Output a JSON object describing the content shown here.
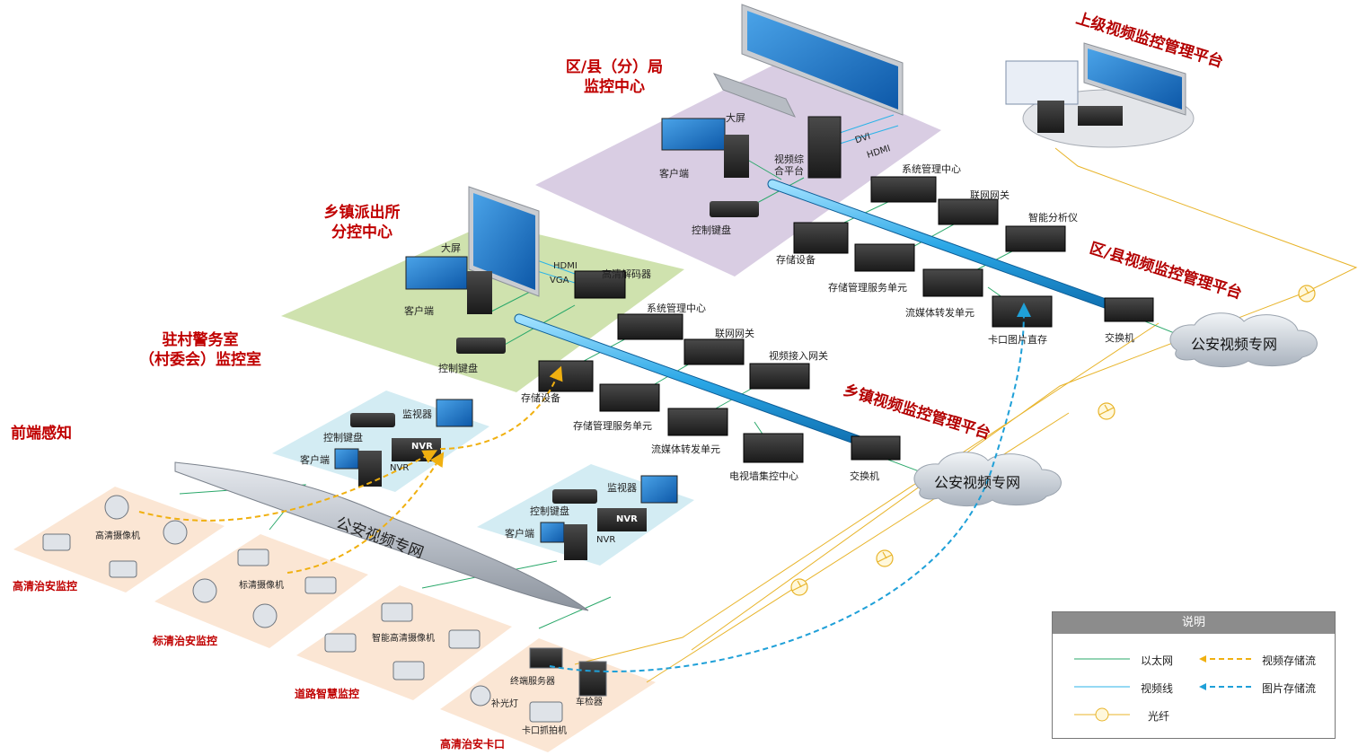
{
  "titles": {
    "district_center": [
      "区/县（分）局",
      "监控中心"
    ],
    "town_center": [
      "乡镇派出所",
      "分控中心"
    ],
    "village_room": [
      "驻村警务室",
      "（村委会）监控室"
    ],
    "front_end": "前端感知",
    "upper_platform": "上级视频监控管理平台",
    "district_platform": "区/县视频监控管理平台",
    "town_platform": "乡镇视频监控管理平台"
  },
  "networks": {
    "cloud_district": "公安视频专网",
    "cloud_town": "公安视频专网",
    "band_front": "公安视频专网"
  },
  "district_devices": {
    "big_screen": "大屏",
    "client": "客户端",
    "keyboard": "控制键盘",
    "platform": "视频综合平台",
    "dvi": "DVI",
    "hdmi": "HDMI",
    "mgmt_center": "系统管理中心",
    "gateway": "联网网关",
    "analyzer": "智能分析仪",
    "storage": "存储设备",
    "storage_mgmt": "存储管理服务单元",
    "stream": "流媒体转发单元",
    "image_storage": "卡口图片直存",
    "switch": "交换机"
  },
  "town_devices": {
    "big_screen": "大屏",
    "hdmi": "HDMI",
    "vga": "VGA",
    "decoder": "高清解码器",
    "client": "客户端",
    "keyboard": "控制键盘",
    "mgmt_center": "系统管理中心",
    "gateway": "联网网关",
    "access_gateway": "视频接入网关",
    "storage": "存储设备",
    "storage_mgmt": "存储管理服务单元",
    "stream": "流媒体转发单元",
    "tv_wall": "电视墙集控中心",
    "switch": "交换机"
  },
  "village_a": {
    "monitor": "监视器",
    "keyboard": "控制键盘",
    "client": "客户端",
    "nvr": "NVR",
    "nvr_label": "NVR"
  },
  "village_b": {
    "monitor": "监视器",
    "keyboard": "控制键盘",
    "client": "客户端",
    "nvr": "NVR",
    "nvr_label": "NVR"
  },
  "front_groups": {
    "hd_security": {
      "device": "高清摄像机",
      "title": "高清治安监控"
    },
    "sd_security": {
      "device": "标清摄像机",
      "title": "标清治安监控"
    },
    "road": {
      "device": "智能高清摄像机",
      "title": "道路智慧监控"
    },
    "checkpoint": {
      "terminal": "终端服务器",
      "detector": "车检器",
      "light": "补光灯",
      "camera": "卡口抓拍机",
      "title": "高清治安卡口"
    }
  },
  "legend": {
    "title": "说明",
    "ethernet": "以太网",
    "video_line": "视频线",
    "fiber": "光纤",
    "video_flow": "视频存储流",
    "image_flow": "图片存储流"
  },
  "colors": {
    "ethernet": "#2aa86a",
    "video_line": "#2bb3e8",
    "fiber": "#e8b42a",
    "video_flow": "#f0b010",
    "image_flow": "#1fa0d8",
    "title": "#c00000",
    "district_zone": "#d9cde3",
    "town_zone": "#cfe2ae",
    "village_zone": "#d3ecf3",
    "front_zone": "#fbe6d4",
    "backbone": "#2aa7e6"
  }
}
